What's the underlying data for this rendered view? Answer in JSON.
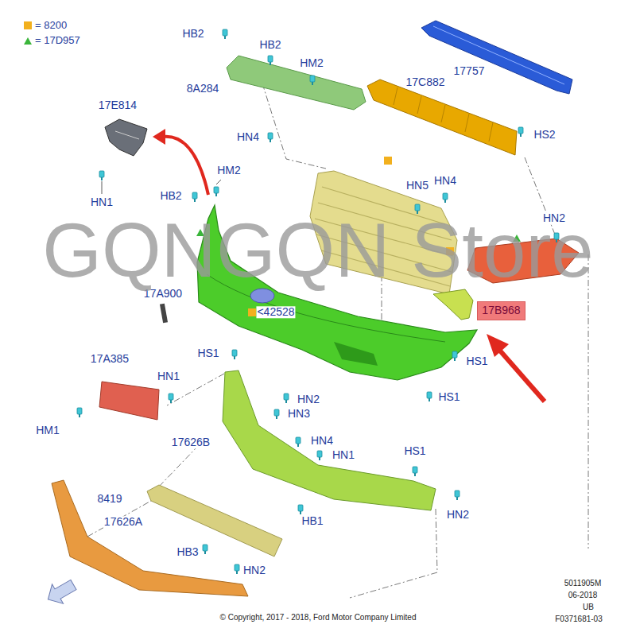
{
  "diagram": {
    "nodes": [
      {
        "text": [
          "17B968"
        ]
      }
    ],
    "labels": [
      "HB2",
      "HB2",
      "HM2",
      "8A284",
      "HN4",
      "17757",
      "17C882",
      "HS2",
      "17E814",
      "HN1",
      "HM2",
      "HB2",
      "HN5",
      "HN4",
      "HN2",
      "17A900",
      "<42528",
      "17A385",
      "HN1",
      "HM1",
      "HS1",
      "HS1",
      "HS1",
      "HN2",
      "HN3",
      "17626B",
      "HN4",
      "HN1",
      "HS1",
      "HN2",
      "HB1",
      "8419",
      "17626A",
      "HB3",
      "HN2",
      "GQNGQN Store",
      "© Copyright, 2017 - 2018, Ford Motor Company Limited",
      "5011905M",
      "06-2018",
      "UB",
      "F0371681-03"
    ],
    "legend": [
      {
        "text": "= 8200",
        "color": "#f2b01e"
      },
      {
        "text": "= 17D957"
      }
    ]
  }
}
